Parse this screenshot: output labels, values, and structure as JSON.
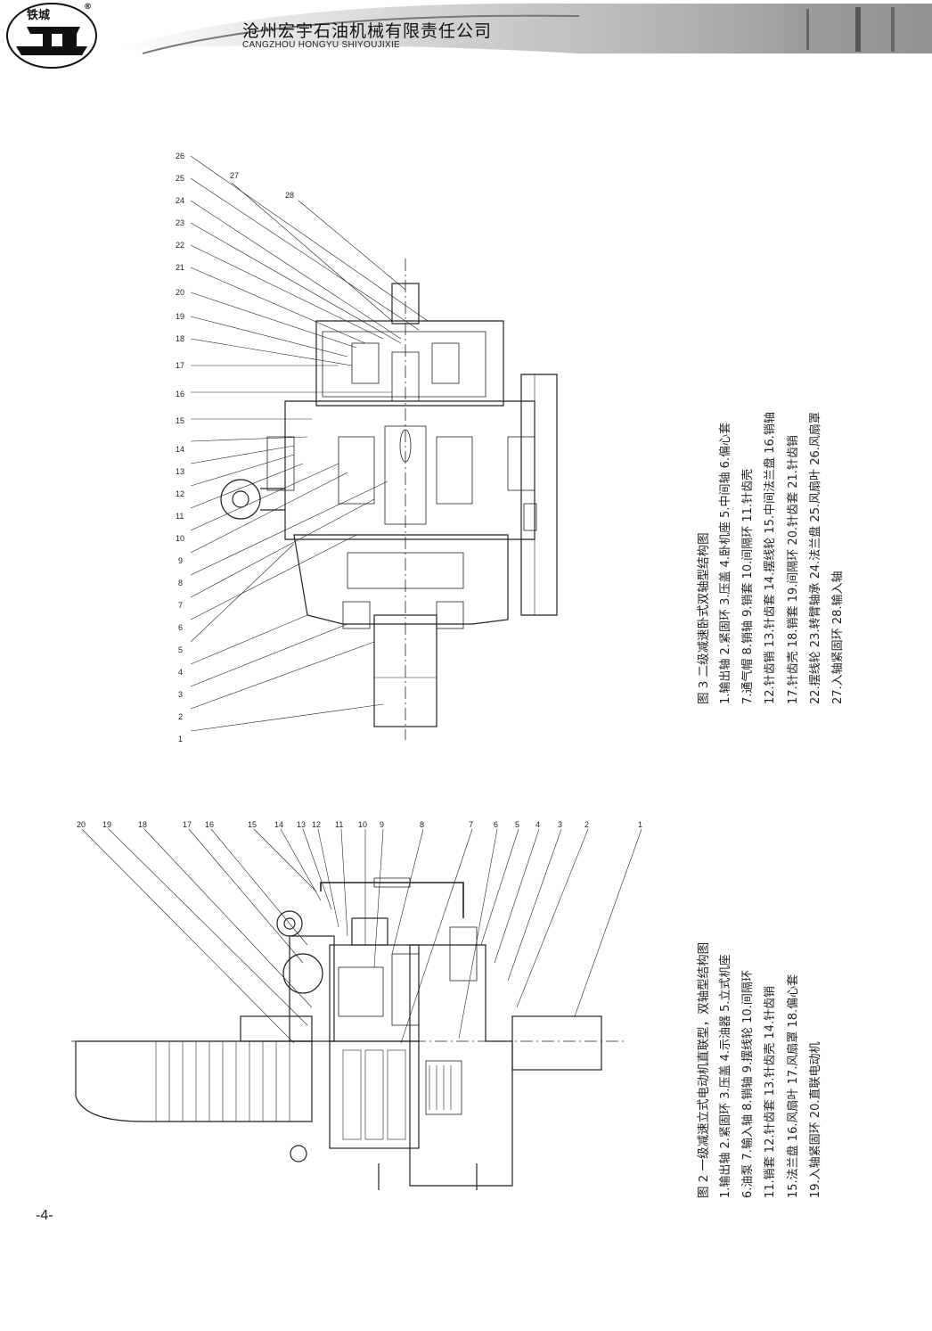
{
  "header": {
    "logo_text": "铁城",
    "registered_mark": "®",
    "company_cn": "沧州宏宇石油机械有限责任公司",
    "company_en": "CANGZHOU HONGYU SHIYOUJIXIE"
  },
  "page_number": "-4-",
  "figure3": {
    "title": "图 3   二级减速卧式双轴型结构图",
    "legend_lines": [
      "1.输出轴   2.紧固环   3.压盖   4.卧机座   5.中间轴   6.偏心套",
      "7.通气帽   8.销轴   9.销套   10.间隔环   11.针齿壳",
      "12.针齿销   13.针齿套   14.摆线轮   15.中间法兰盘   16.销轴",
      "17.针齿壳   18.销套   19.间隔环   20.针齿套   21.针齿销",
      "22.摆线轮   23.转臂轴承   24.法兰盘   25.风扇叶   26.风扇罩",
      "27.入轴紧固环   28.输入轴"
    ],
    "callout_numbers": [
      "1",
      "2",
      "3",
      "4",
      "5",
      "6",
      "7",
      "8",
      "9",
      "10",
      "11",
      "12",
      "13",
      "14",
      "15",
      "16",
      "17",
      "18",
      "19",
      "20",
      "21",
      "22",
      "23",
      "24",
      "25",
      "26",
      "27",
      "28"
    ]
  },
  "figure2": {
    "title": "图 2   一级减速立式电动机直联型，双轴型结构图",
    "legend_lines": [
      "1.输出轴 2.紧固环 3.压盖 4.示油器 5.立式机座",
      "6.油泵 7.输入轴 8.销轴 9.摆线轮 10.间隔环",
      "11.销套 12.针齿套 13.针齿壳 14.针齿销",
      "15.法兰盘 16.风扇叶 17.风扇罩 18.偏心套",
      "19.入轴紧固环 20.直联电动机"
    ],
    "callout_numbers": [
      "1",
      "2",
      "3",
      "4",
      "5",
      "6",
      "7",
      "8",
      "9",
      "10",
      "11",
      "12",
      "13",
      "14",
      "15",
      "16",
      "17",
      "18",
      "19",
      "20"
    ]
  }
}
